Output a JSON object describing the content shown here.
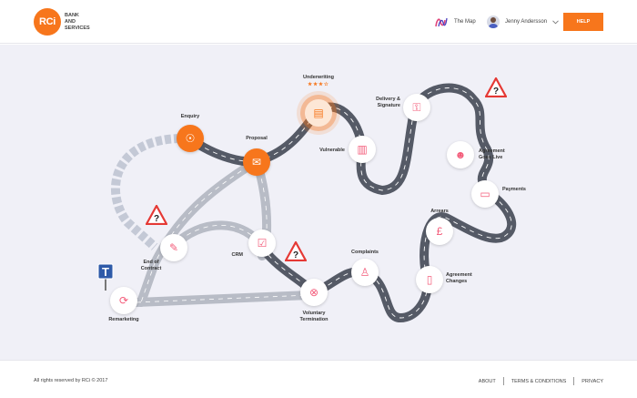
{
  "header": {
    "logo_text": "RCi",
    "brand_line1": "BANK",
    "brand_line2": "AND",
    "brand_line3": "SERVICES",
    "map_link": "The Map",
    "user_name": "Jenny Andersson",
    "help_label": "HELP"
  },
  "colors": {
    "accent": "#f7761c",
    "road": "#555a66",
    "road_alt": "#b8bcc6",
    "background": "#f0f0f7",
    "icon": "#f35c7a",
    "warning": "#e53935"
  },
  "stages": {
    "enquiry": {
      "label": "Enquiry",
      "icon": "handshake-icon"
    },
    "proposal": {
      "label": "Proposal",
      "icon": "chat-bubble-icon"
    },
    "underwriting": {
      "label": "Underwriting",
      "icon": "document-stamp-icon",
      "stars": "★★★☆"
    },
    "vulnerable": {
      "label": "Vulnerable",
      "icon": "document-icon"
    },
    "delivery": {
      "label1": "Delivery &",
      "label2": "Signature",
      "icon": "car-key-icon"
    },
    "agreement_live": {
      "label1": "Agreement",
      "label2": "Goes Live",
      "icon": "people-icon"
    },
    "payments": {
      "label": "Payments",
      "icon": "card-icon"
    },
    "arrears": {
      "label": "Arrears",
      "icon": "pound-arrow-icon"
    },
    "agreement_changes": {
      "label1": "Agreement",
      "label2": "Changes",
      "icon": "clipboard-icon"
    },
    "complaints": {
      "label": "Complaints",
      "icon": "person-icon"
    },
    "voluntary_termination": {
      "label1": "Voluntary",
      "label2": "Termination",
      "icon": "car-cross-icon"
    },
    "crm": {
      "label": "CRM",
      "icon": "checklist-icon"
    },
    "end_of_contract": {
      "label1": "End of",
      "label2": "Contract",
      "icon": "signed-document-icon"
    },
    "remarketing": {
      "label": "Remarketing",
      "icon": "car-refresh-icon"
    }
  },
  "signs": {
    "warning_symbol": "?",
    "dead_end_symbol": "T"
  },
  "footer": {
    "copyright": "All rights reserved by RCi © 2017",
    "about": "ABOUT",
    "terms": "TERMS & CONDITIONS",
    "privacy": "PRIVACY"
  }
}
